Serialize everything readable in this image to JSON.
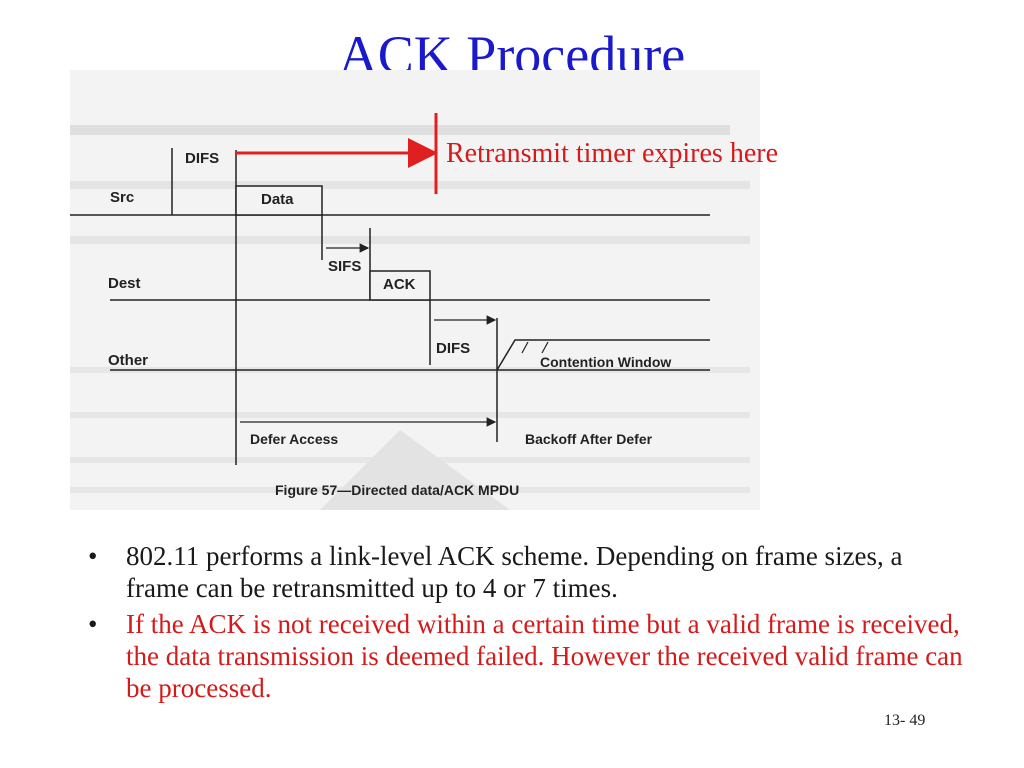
{
  "slide": {
    "title": "ACK Procedure",
    "callout": "Retransmit timer expires here",
    "bullets": [
      "802.11 performs a link-level ACK scheme. Depending on frame sizes, a frame can be retransmitted up to 4 or 7 times.",
      "If the ACK is not received within a certain time but a valid frame is received, the data transmission is deemed failed. However the received valid frame can be processed."
    ],
    "slide_number": "13- 49"
  },
  "figure": {
    "labels": {
      "difs_top": "DIFS",
      "src": "Src",
      "data": "Data",
      "sifs": "SIFS",
      "dest": "Dest",
      "ack": "ACK",
      "difs_bottom": "DIFS",
      "other": "Other",
      "contention_window": "Contention Window",
      "defer_access": "Defer Access",
      "backoff_after_defer": "Backoff After Defer",
      "caption": "Figure 57—Directed data/ACK MPDU"
    }
  },
  "colors": {
    "title": "#1a1acc",
    "callout": "#d41a1a",
    "bullet_red": "#d41a1a",
    "arrow": "#e02020"
  }
}
